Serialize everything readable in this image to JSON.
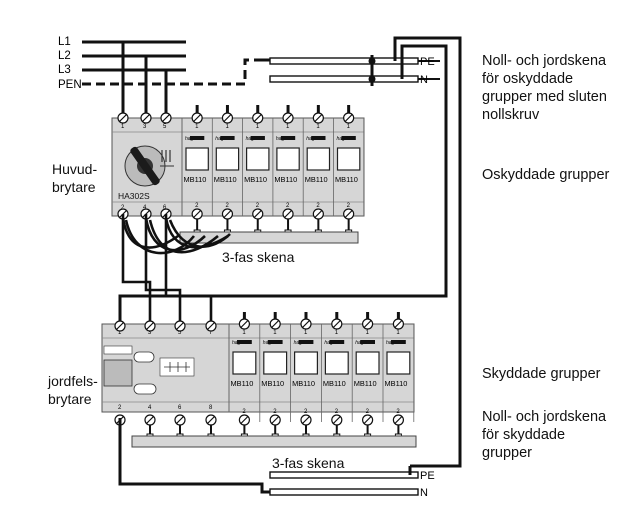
{
  "bus_labels": {
    "l1": "L1",
    "l2": "L2",
    "l3": "L3",
    "pen": "PEN",
    "pe_top": "PE",
    "n_top": "N",
    "pe_bottom": "PE",
    "n_bottom": "N"
  },
  "main_switch": {
    "label_line1": "Huvud-",
    "label_line2": "brytare",
    "model": "HA302S",
    "terminals_top": [
      "1",
      "3",
      "5"
    ],
    "terminals_bottom": [
      "2",
      "4",
      "6"
    ]
  },
  "unprotected_breakers": {
    "count": 6,
    "model": "MB110",
    "brand": "hager",
    "terminal_top": "1",
    "terminal_bottom": "2"
  },
  "rcd": {
    "label_line1": "jordfels-",
    "label_line2": "brytare",
    "terminals_top": [
      "1",
      "3",
      "5",
      "7"
    ],
    "terminals_bottom": [
      "2",
      "4",
      "6",
      "8"
    ]
  },
  "protected_breakers": {
    "count": 6,
    "model": "MB110",
    "brand": "hager",
    "terminal_top": "1",
    "terminal_bottom": "2"
  },
  "busbar_labels": {
    "upper": "3-fas skena",
    "lower": "3-fas skena"
  },
  "descriptions": {
    "unprotected_rail_line1": "Noll- och jordskena",
    "unprotected_rail_line2": "för oskyddade",
    "unprotected_rail_line3": "grupper med sluten",
    "unprotected_rail_line4": "nollskruv",
    "unprotected_groups": "Oskyddade grupper",
    "protected_groups": "Skyddade grupper",
    "protected_rail_line1": "Noll- och jordskena",
    "protected_rail_line2": "för skyddade",
    "protected_rail_line3": "grupper"
  }
}
